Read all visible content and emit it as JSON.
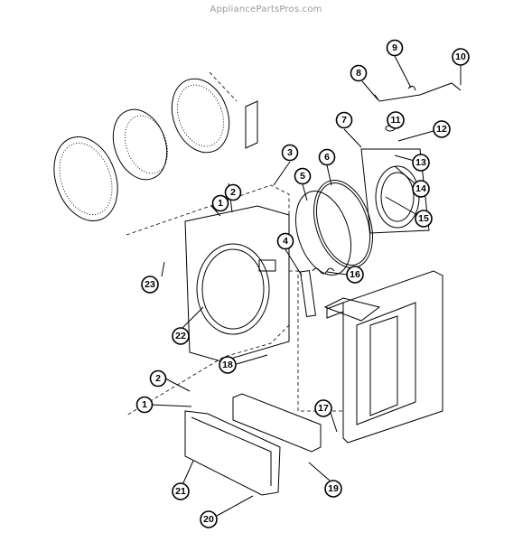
{
  "watermark": "AppliancePartsPros.com",
  "callouts": [
    "1",
    "2",
    "3",
    "4",
    "5",
    "6",
    "7",
    "8",
    "9",
    "10",
    "11",
    "12",
    "13",
    "14",
    "15",
    "16",
    "17",
    "18",
    "19",
    "20",
    "21",
    "22",
    "23",
    "2",
    "1"
  ]
}
